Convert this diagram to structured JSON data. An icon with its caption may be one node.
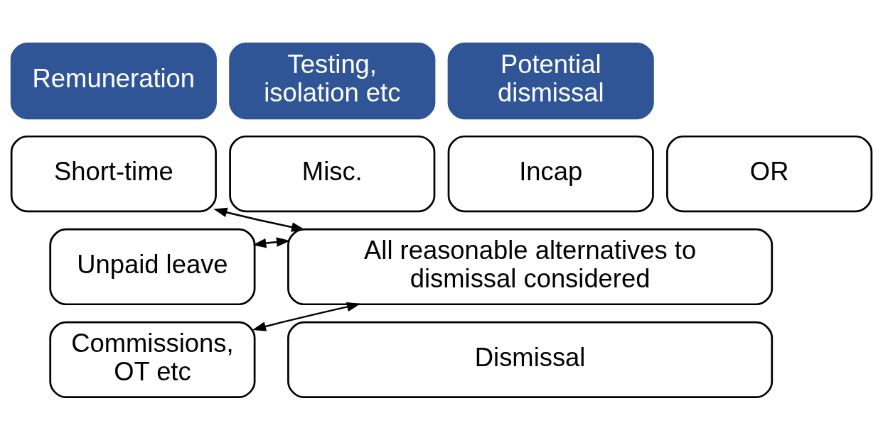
{
  "diagram": {
    "nodes": [
      {
        "text": [
          "Remuneration"
        ]
      },
      {
        "text": [
          "Testing, isolation etc"
        ]
      },
      {
        "text": [
          "Potential dismissal"
        ]
      },
      {
        "text": [
          "Short-time"
        ]
      },
      {
        "text": [
          "Unpaid leave"
        ]
      },
      {
        "text": [
          "Commissions, OT etc"
        ]
      },
      {
        "text": [
          "Misc."
        ]
      },
      {
        "text": [
          "Incap"
        ]
      },
      {
        "text": [
          "OR"
        ]
      },
      {
        "text": [
          "All reasonable alternatives to dismissal considered"
        ]
      },
      {
        "text": [
          "Dismissal"
        ]
      }
    ],
    "edges": [
      {
        "from": 9,
        "to": 3,
        "arrow": "both"
      },
      {
        "from": 9,
        "to": 4,
        "arrow": "both"
      },
      {
        "from": 9,
        "to": 5,
        "arrow": "both"
      }
    ]
  }
}
